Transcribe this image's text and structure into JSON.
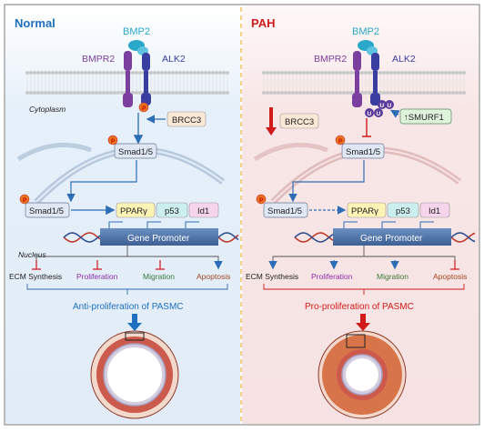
{
  "panels": {
    "left": {
      "title": "Normal",
      "outcome": "Anti-proliferation of PASMC"
    },
    "right": {
      "title": "PAH",
      "outcome": "Pro-proliferation of PASMC"
    }
  },
  "labels": {
    "ligand": "BMP2",
    "receptor2": "BMPR2",
    "receptor1": "ALK2",
    "phospho": "P",
    "ubiquitin": "U",
    "cytoplasm": "Cytoplasm",
    "nucleus": "Nucleus",
    "brcc3": "BRCC3",
    "smurf1": "↑SMURF1",
    "smad": "Smad1/5",
    "ppar": "PPARγ",
    "p53": "p53",
    "id1": "Id1",
    "gene_promoter": "Gene Promoter"
  },
  "effects": [
    "ECM Synthesis",
    "Proliferation",
    "Migration",
    "Apoptosis"
  ],
  "colors": {
    "normal_title": "#1e6fc0",
    "pah_title": "#d11a1a",
    "bmp2": "#2aa8c9",
    "bmpr2": "#7b3fa0",
    "alk2": "#3a3ea0",
    "effect_proliferation": "#8a2ca8",
    "effect_migration": "#3a7a3a",
    "effect_apoptosis": "#a0471f"
  }
}
